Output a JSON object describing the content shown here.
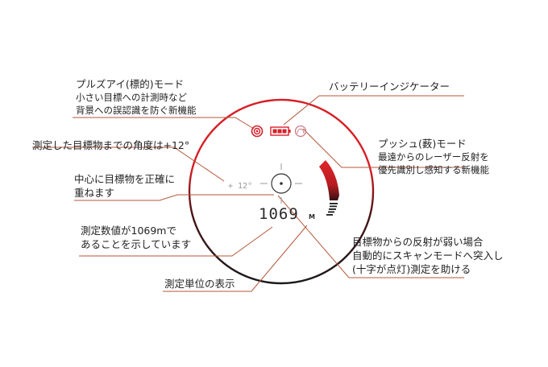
{
  "display": {
    "angle_readout": "+ 12°",
    "distance_value": "1069",
    "unit": "M"
  },
  "labels": {
    "pulse_eye": {
      "title": "プルズアイ(標的)モード",
      "desc1": "小さい目標への計測時など",
      "desc2": "背景への誤認識を防ぐ新機能"
    },
    "battery": {
      "title": "バッテリーインジケーター"
    },
    "push": {
      "title": "プッシュ(薮)モード",
      "desc1": "最遠からのレーザー反射を",
      "desc2": "優先識別し感知する新機能"
    },
    "angle": {
      "title": "測定した目標物までの角度は+12°"
    },
    "center": {
      "line1": "中心に目標物を正確に",
      "line2": "重ねます"
    },
    "distance": {
      "line1": "測定数値が1069mで",
      "line2": "あることを示しています"
    },
    "unit": {
      "title": "測定単位の表示"
    },
    "scan": {
      "line1": "目標物からの反射が弱い場合",
      "line2": "自動的にスキャンモードへ突入し",
      "line3": "(十字が点灯)測定を助ける"
    }
  },
  "colors": {
    "leader_line": "#b5573a",
    "ring_top": "#d61f26",
    "ring_bottom": "#1a1a1a",
    "icon_red": "#d8202a",
    "icon_outline": "#c97c86",
    "lcd_text": "#2a2a2a",
    "dim_gray": "#9a9a9a"
  }
}
